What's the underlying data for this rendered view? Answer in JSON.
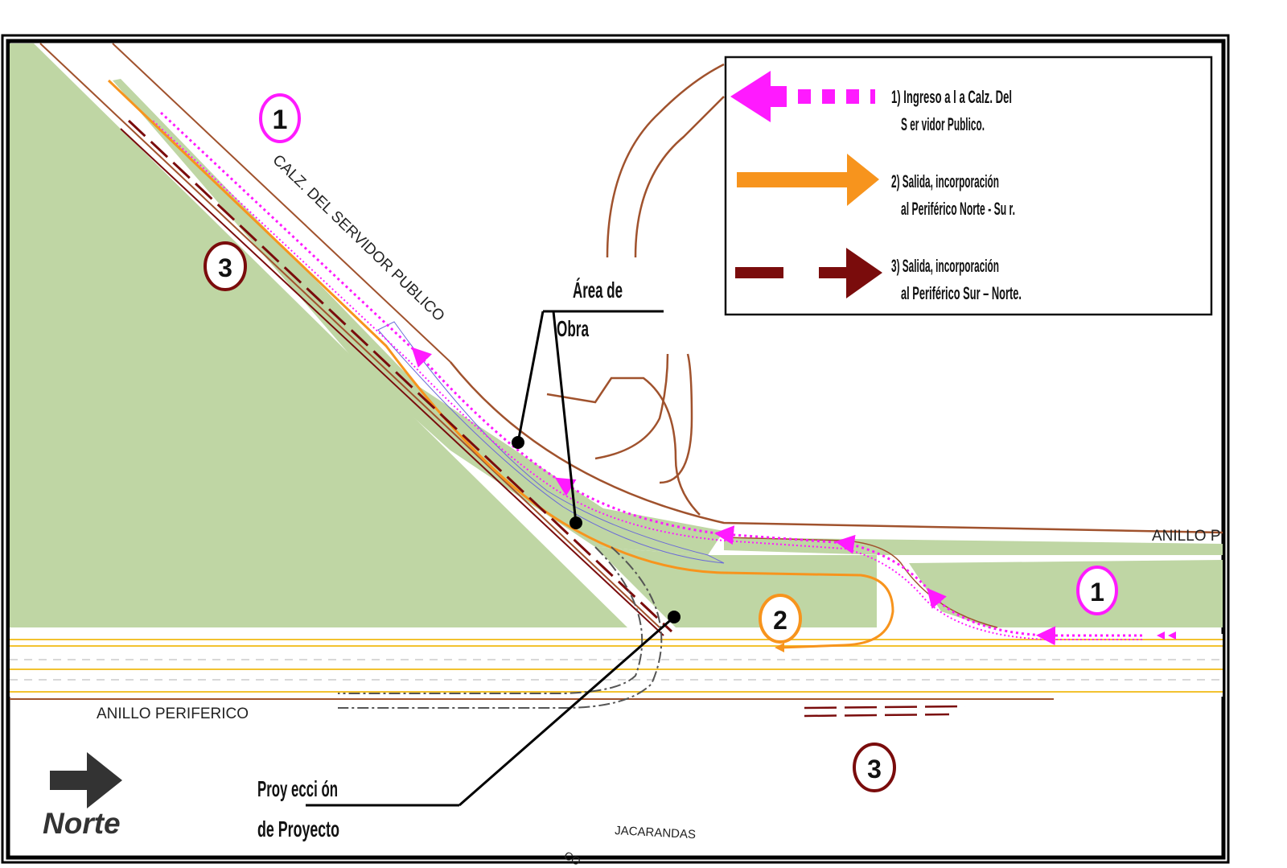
{
  "streets": {
    "calzada": "CALZ. DEL SERVIDOR PUBLICO",
    "anillo_right": "ANILLO P",
    "anillo_left": "ANILLO PERIFERICO",
    "jacarandas": "JACARANDAS",
    "bottom_fragment": "CO"
  },
  "callouts": {
    "area_obra_line1": "Área de",
    "area_obra_line2": "Obra",
    "proyeccion_line1": "Proy ecci ón",
    "proyeccion_line2": "de Proyecto"
  },
  "north": {
    "label": "Norte"
  },
  "route_markers": [
    {
      "route": "1",
      "number": "1"
    },
    {
      "route": "3",
      "number": "3"
    },
    {
      "route": "1",
      "number": "1"
    },
    {
      "route": "2",
      "number": "2"
    },
    {
      "route": "3",
      "number": "3"
    }
  ],
  "legend": {
    "items": [
      {
        "line1": "1) Ingreso  a l a   Calz. Del",
        "line2": "S er vidor Publico.",
        "color": "#ff1aff"
      },
      {
        "line1": "2) Salida, incorporación",
        "line2": "al Periférico Norte - Su r.",
        "color": "#f7941d"
      },
      {
        "line1": "3) Salida, incorporación",
        "line2": "al  Periférico Sur – Norte.",
        "color": "#7a0c0c"
      }
    ]
  },
  "colors": {
    "green_area": "#bfd6a4",
    "route1": "#ff1aff",
    "route2": "#f7941d",
    "route3": "#7a0c0c",
    "curb": "#a0522d",
    "lane_yellow": "#f2c230"
  }
}
